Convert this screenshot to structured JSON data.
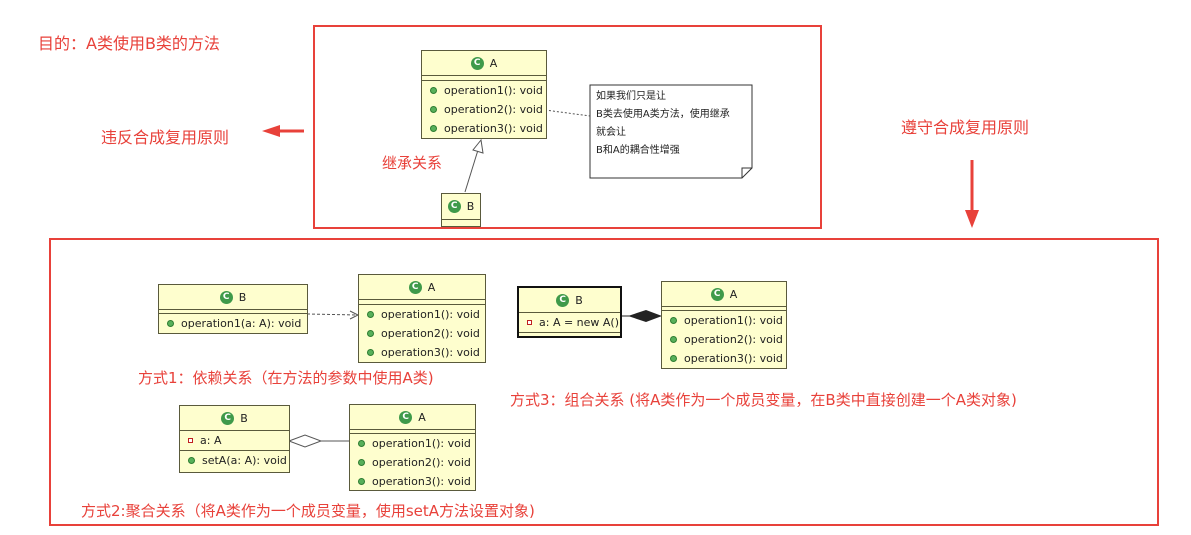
{
  "labels": {
    "goal": "目的：A类使用B类的方法",
    "violate": "违反合成复用原则",
    "comply": "遵守合成复用原则",
    "inherit": "继承关系",
    "way1": "方式1：依赖关系（在方法的参数中使用A类)",
    "way2": "方式2:聚合关系（将A类作为一个成员变量，使用setA方法设置对象)",
    "way3": "方式3：组合关系 (将A类作为一个成员变量，在B类中直接创建一个A类对象)"
  },
  "note": {
    "lines": [
      "如果我们只是让",
      "B类去使用A类方法，使用继承",
      "就会让",
      "B和A的耦合性增强"
    ]
  },
  "icon_letter": "C",
  "classes": {
    "inherit_a": {
      "name": "A",
      "methods": [
        "operation1(): void",
        "operation2(): void",
        "operation3(): void"
      ]
    },
    "inherit_b": {
      "name": "B"
    },
    "dep_b": {
      "name": "B",
      "methods": [
        "operation1(a: A): void"
      ]
    },
    "dep_a": {
      "name": "A",
      "methods": [
        "operation1(): void",
        "operation2(): void",
        "operation3(): void"
      ]
    },
    "comp_b": {
      "name": "B",
      "fields": [
        "a: A = new A()"
      ]
    },
    "comp_a": {
      "name": "A",
      "methods": [
        "operation1(): void",
        "operation2(): void",
        "operation3(): void"
      ]
    },
    "agg_b": {
      "name": "B",
      "fields": [
        "a: A"
      ],
      "methods": [
        "setA(a: A): void"
      ]
    },
    "agg_a": {
      "name": "A",
      "methods": [
        "operation1(): void",
        "operation2(): void",
        "operation3(): void"
      ]
    }
  },
  "colors": {
    "accent_red": "#e8413a",
    "class_fill": "#fefece",
    "class_icon": "#3f9a4a"
  }
}
